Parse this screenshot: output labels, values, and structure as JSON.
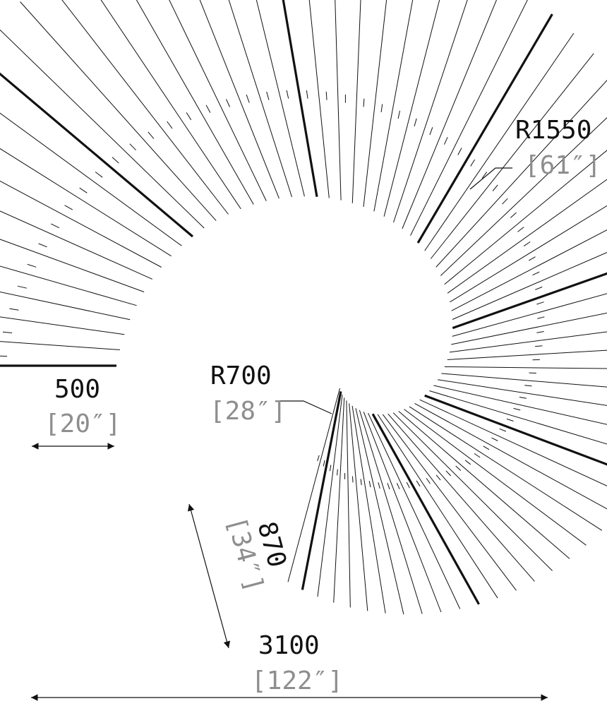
{
  "diagram": {
    "segment_count": 72,
    "highlighted_every": 10,
    "colors": {
      "line": "#111111",
      "secondary": "#8e8e8e",
      "background": "#ffffff"
    }
  },
  "labels": {
    "outer_radius": {
      "main": "R1550",
      "sub": "[61″]"
    },
    "inner_radius": {
      "main": "R700",
      "sub": "[28″]"
    },
    "segment_width": {
      "main": "500",
      "sub": "[20″]"
    },
    "end_width": {
      "main": "870",
      "sub": "[34″]"
    },
    "overall_width": {
      "main": "3100",
      "sub": "[122″]"
    }
  }
}
